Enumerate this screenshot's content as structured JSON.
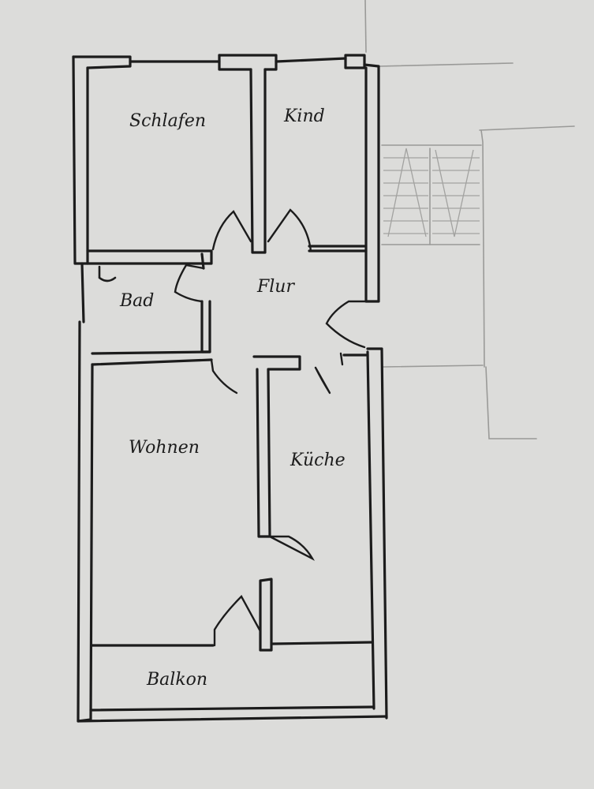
{
  "colors": {
    "paper": "#dcdcda",
    "ink": "#1c1c1c",
    "pencil": "#9a9a98"
  },
  "rooms": {
    "schlafen": "Schlafen",
    "kind": "Kind",
    "flur": "Flur",
    "bad": "Bad",
    "wohnen": "Wohnen",
    "kueche": "Küche",
    "balkon": "Balkon"
  }
}
